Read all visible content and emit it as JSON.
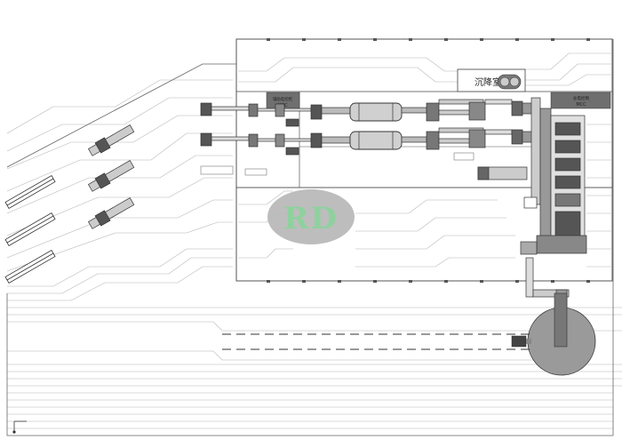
{
  "labels": {
    "settling_room": "沉降室",
    "mcc_left_title": "辅助电控柜",
    "mcc_left_sub": "MCC",
    "mcc_right_title": "总电控制",
    "mcc_right_sub": "MCC"
  },
  "logo": {
    "letters": "RD",
    "oval_color": "#b9b9b9",
    "letter_color": "#8fd19e"
  },
  "colors": {
    "line": "#555555",
    "thin": "#9a9a9a",
    "dark": "#3a3a3a",
    "panel": "#6f6f6f"
  }
}
